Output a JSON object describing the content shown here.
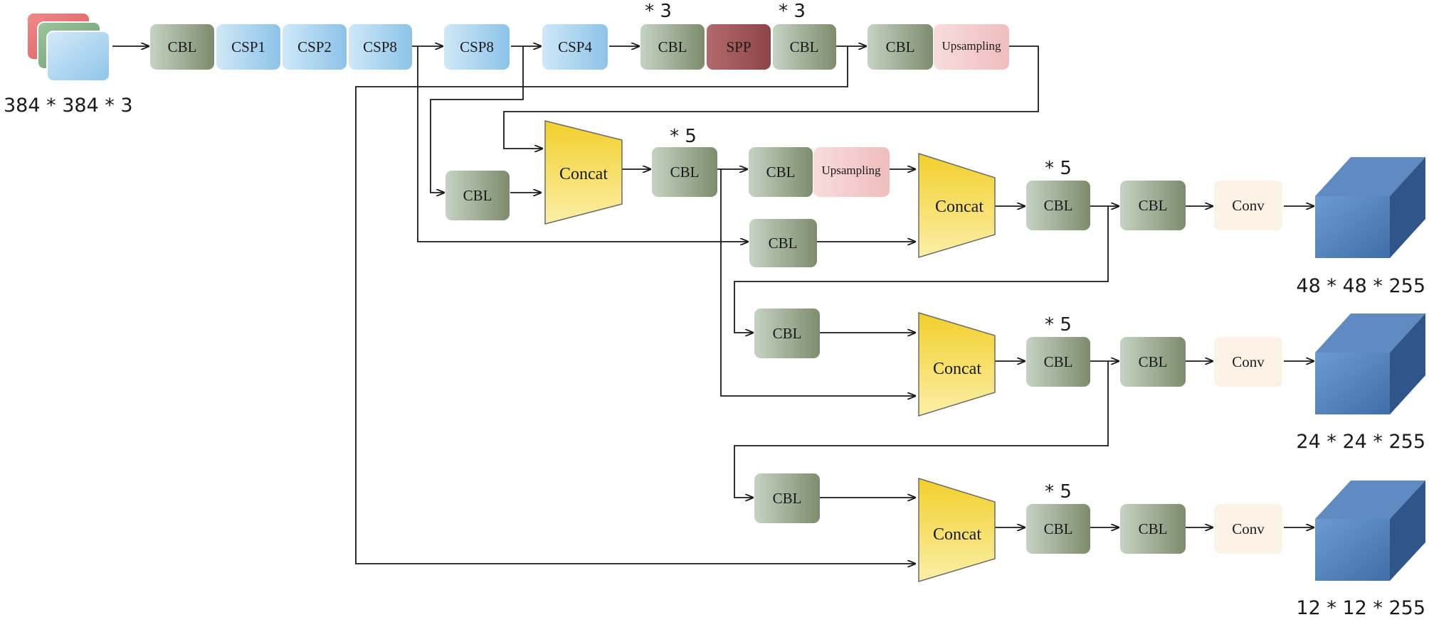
{
  "input": {
    "dims": "384 * 384 * 3"
  },
  "labels": {
    "cbl": "CBL",
    "csp1": "CSP1",
    "csp2": "CSP2",
    "csp8": "CSP8",
    "csp4": "CSP4",
    "spp": "SPP",
    "upsampling": "Upsampling",
    "concat": "Concat",
    "conv": "Conv"
  },
  "multipliers": {
    "x3": "* 3",
    "x5": "* 5"
  },
  "outputs": [
    {
      "dims": "48 * 48 * 255"
    },
    {
      "dims": "24 * 24 * 255"
    },
    {
      "dims": "12 * 12 * 255"
    }
  ],
  "colors": {
    "cbl": "#9fae98",
    "csp": "#a9d3ef",
    "spp": "#a45a5c",
    "upsampling": "#f4cfcf",
    "concat": "#f3d43c",
    "conv": "#fbf1e4",
    "cube": "#4d7bb0"
  }
}
